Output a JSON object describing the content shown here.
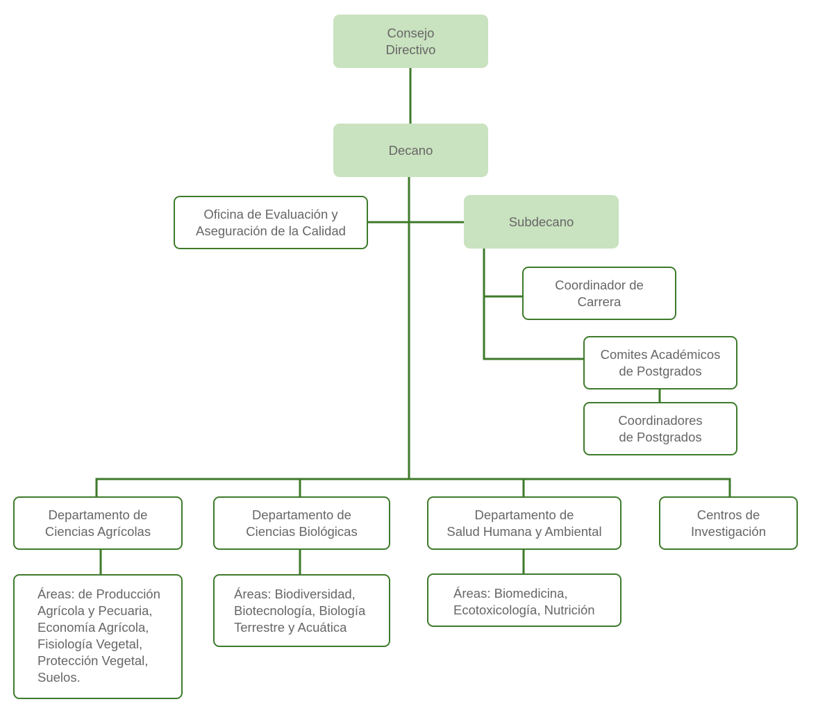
{
  "colors": {
    "line": "#3d7a2a",
    "fill": "#c9e2bf",
    "text": "#666666"
  },
  "nodes": {
    "consejo": "Consejo\nDirectivo",
    "decano": "Decano",
    "oficina": "Oficina de Evaluación y\nAseguración de la Calidad",
    "subdecano": "Subdecano",
    "coordinador_carrera": "Coordinador de\nCarrera",
    "comites": "Comites Académicos\nde Postgrados",
    "coordinadores_postgrados": "Coordinadores\nde Postgrados",
    "dept_agricolas": "Departamento de\nCiencias Agrícolas",
    "dept_biologicas": "Departamento de\nCiencias Biológicas",
    "dept_salud": "Departamento de\nSalud Humana y Ambiental",
    "centros": "Centros de\nInvestigación",
    "areas_agricolas": "Áreas: de Producción\nAgrícola y Pecuaria,\nEconomía Agrícola,\nFisiología Vegetal,\nProtección Vegetal,\nSuelos.",
    "areas_biologicas": "Áreas: Biodiversidad,\nBiotecnología, Biología\nTerrestre y Acuática",
    "areas_salud": "Áreas: Biomedicina,\nEcotoxicología, Nutrición"
  }
}
